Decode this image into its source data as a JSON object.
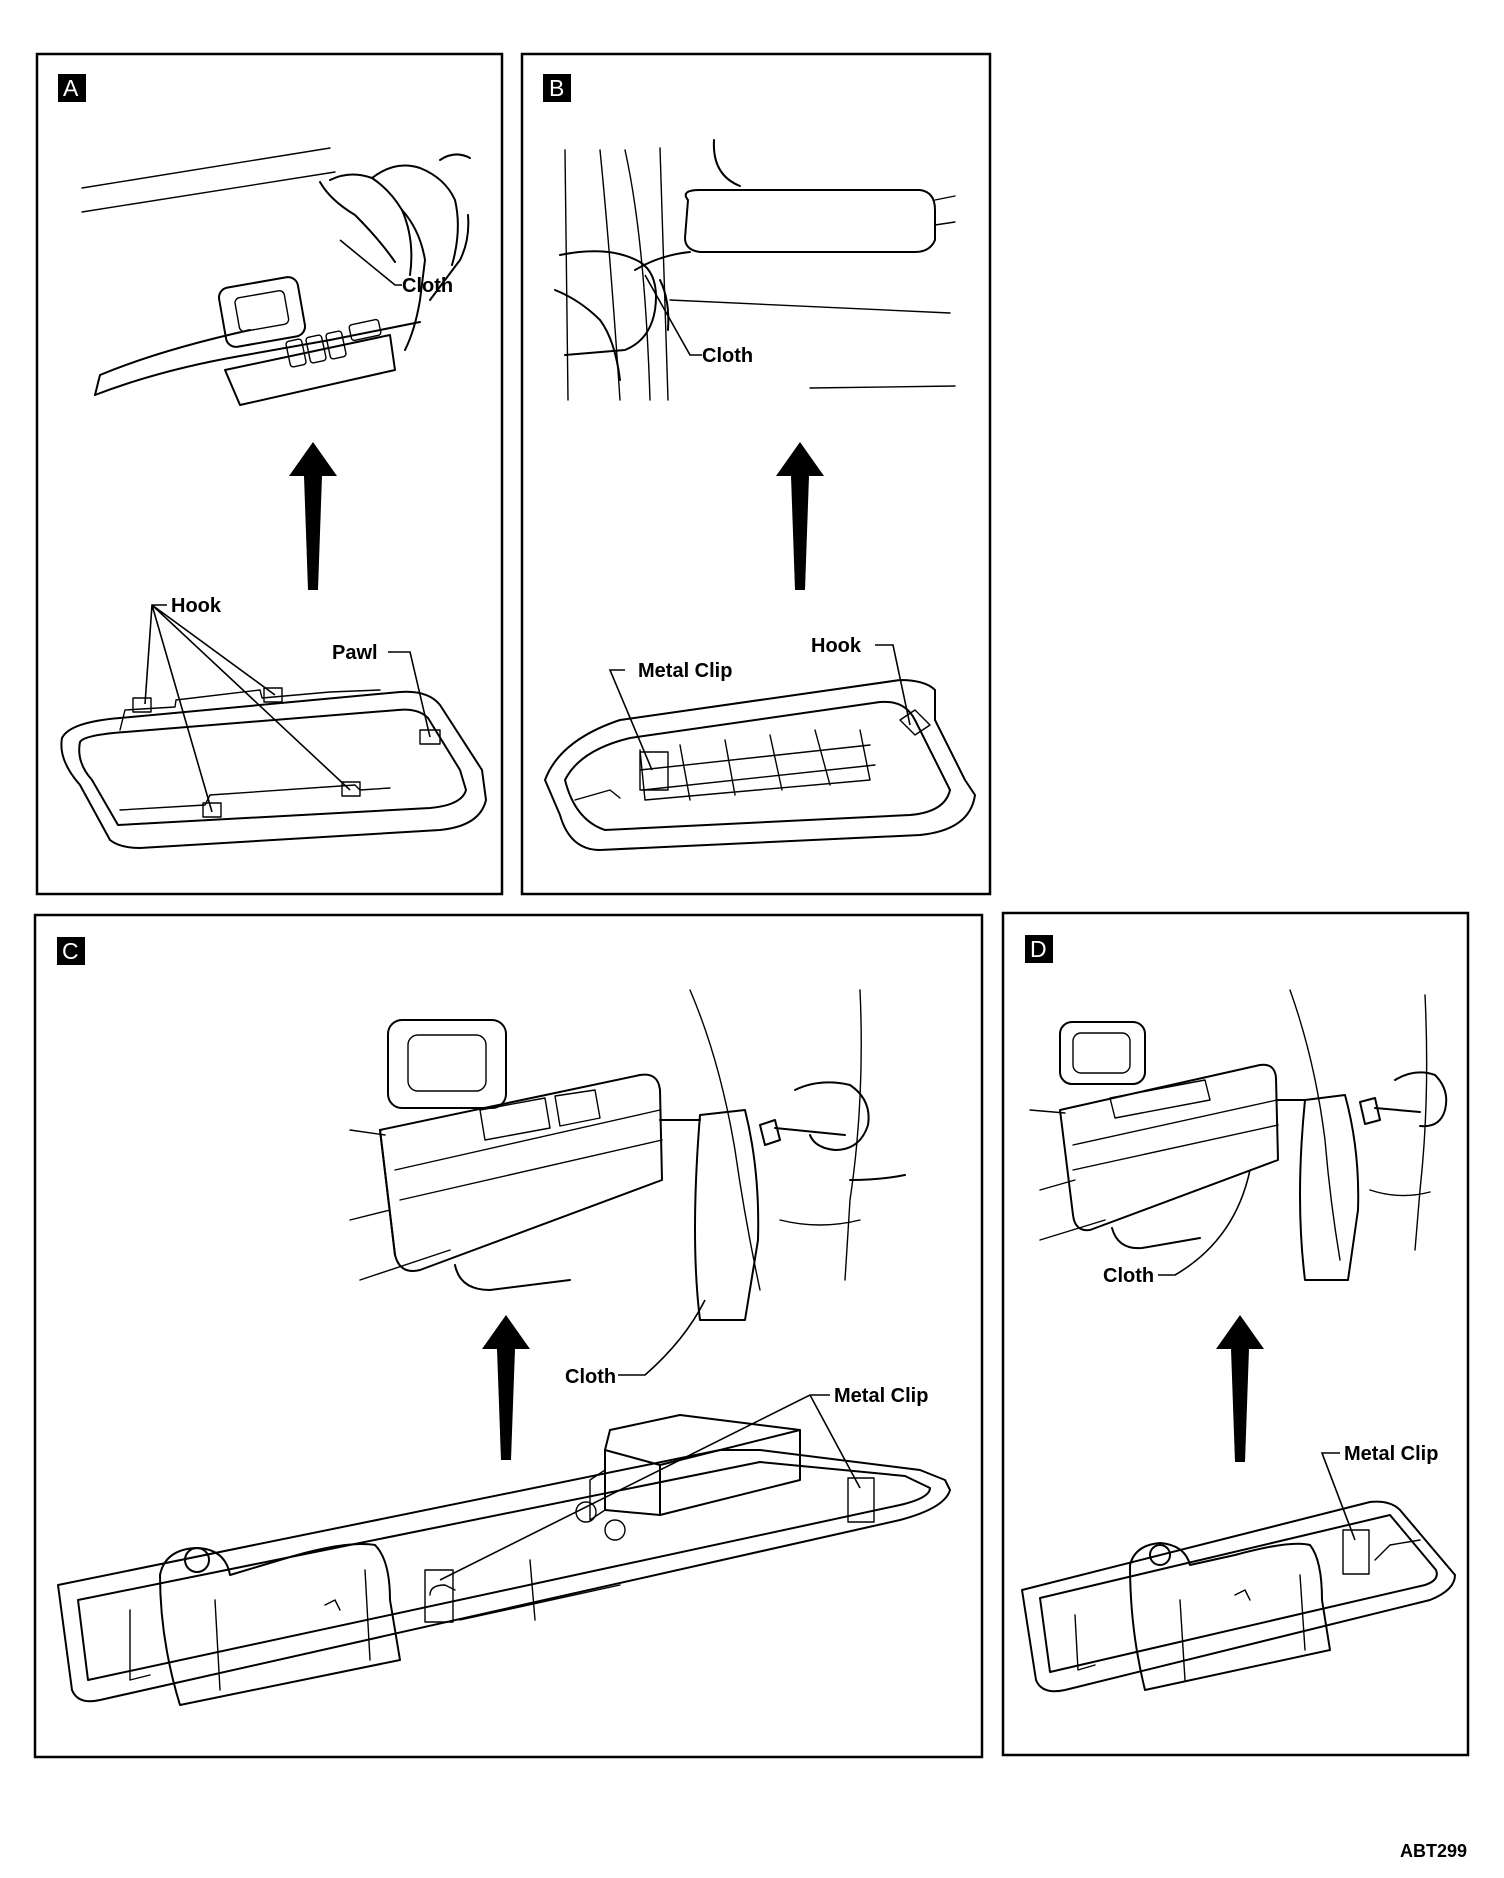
{
  "panels": {
    "A": {
      "badge": "A",
      "callouts": {
        "cloth": "Cloth",
        "hook": "Hook",
        "pawl": "Pawl"
      }
    },
    "B": {
      "badge": "B",
      "callouts": {
        "cloth": "Cloth",
        "metal_clip": "Metal Clip",
        "hook": "Hook"
      }
    },
    "C": {
      "badge": "C",
      "callouts": {
        "cloth": "Cloth",
        "metal_clip": "Metal Clip"
      }
    },
    "D": {
      "badge": "D",
      "callouts": {
        "cloth": "Cloth",
        "metal_clip": "Metal Clip"
      }
    }
  },
  "figure_code": "ABT299"
}
